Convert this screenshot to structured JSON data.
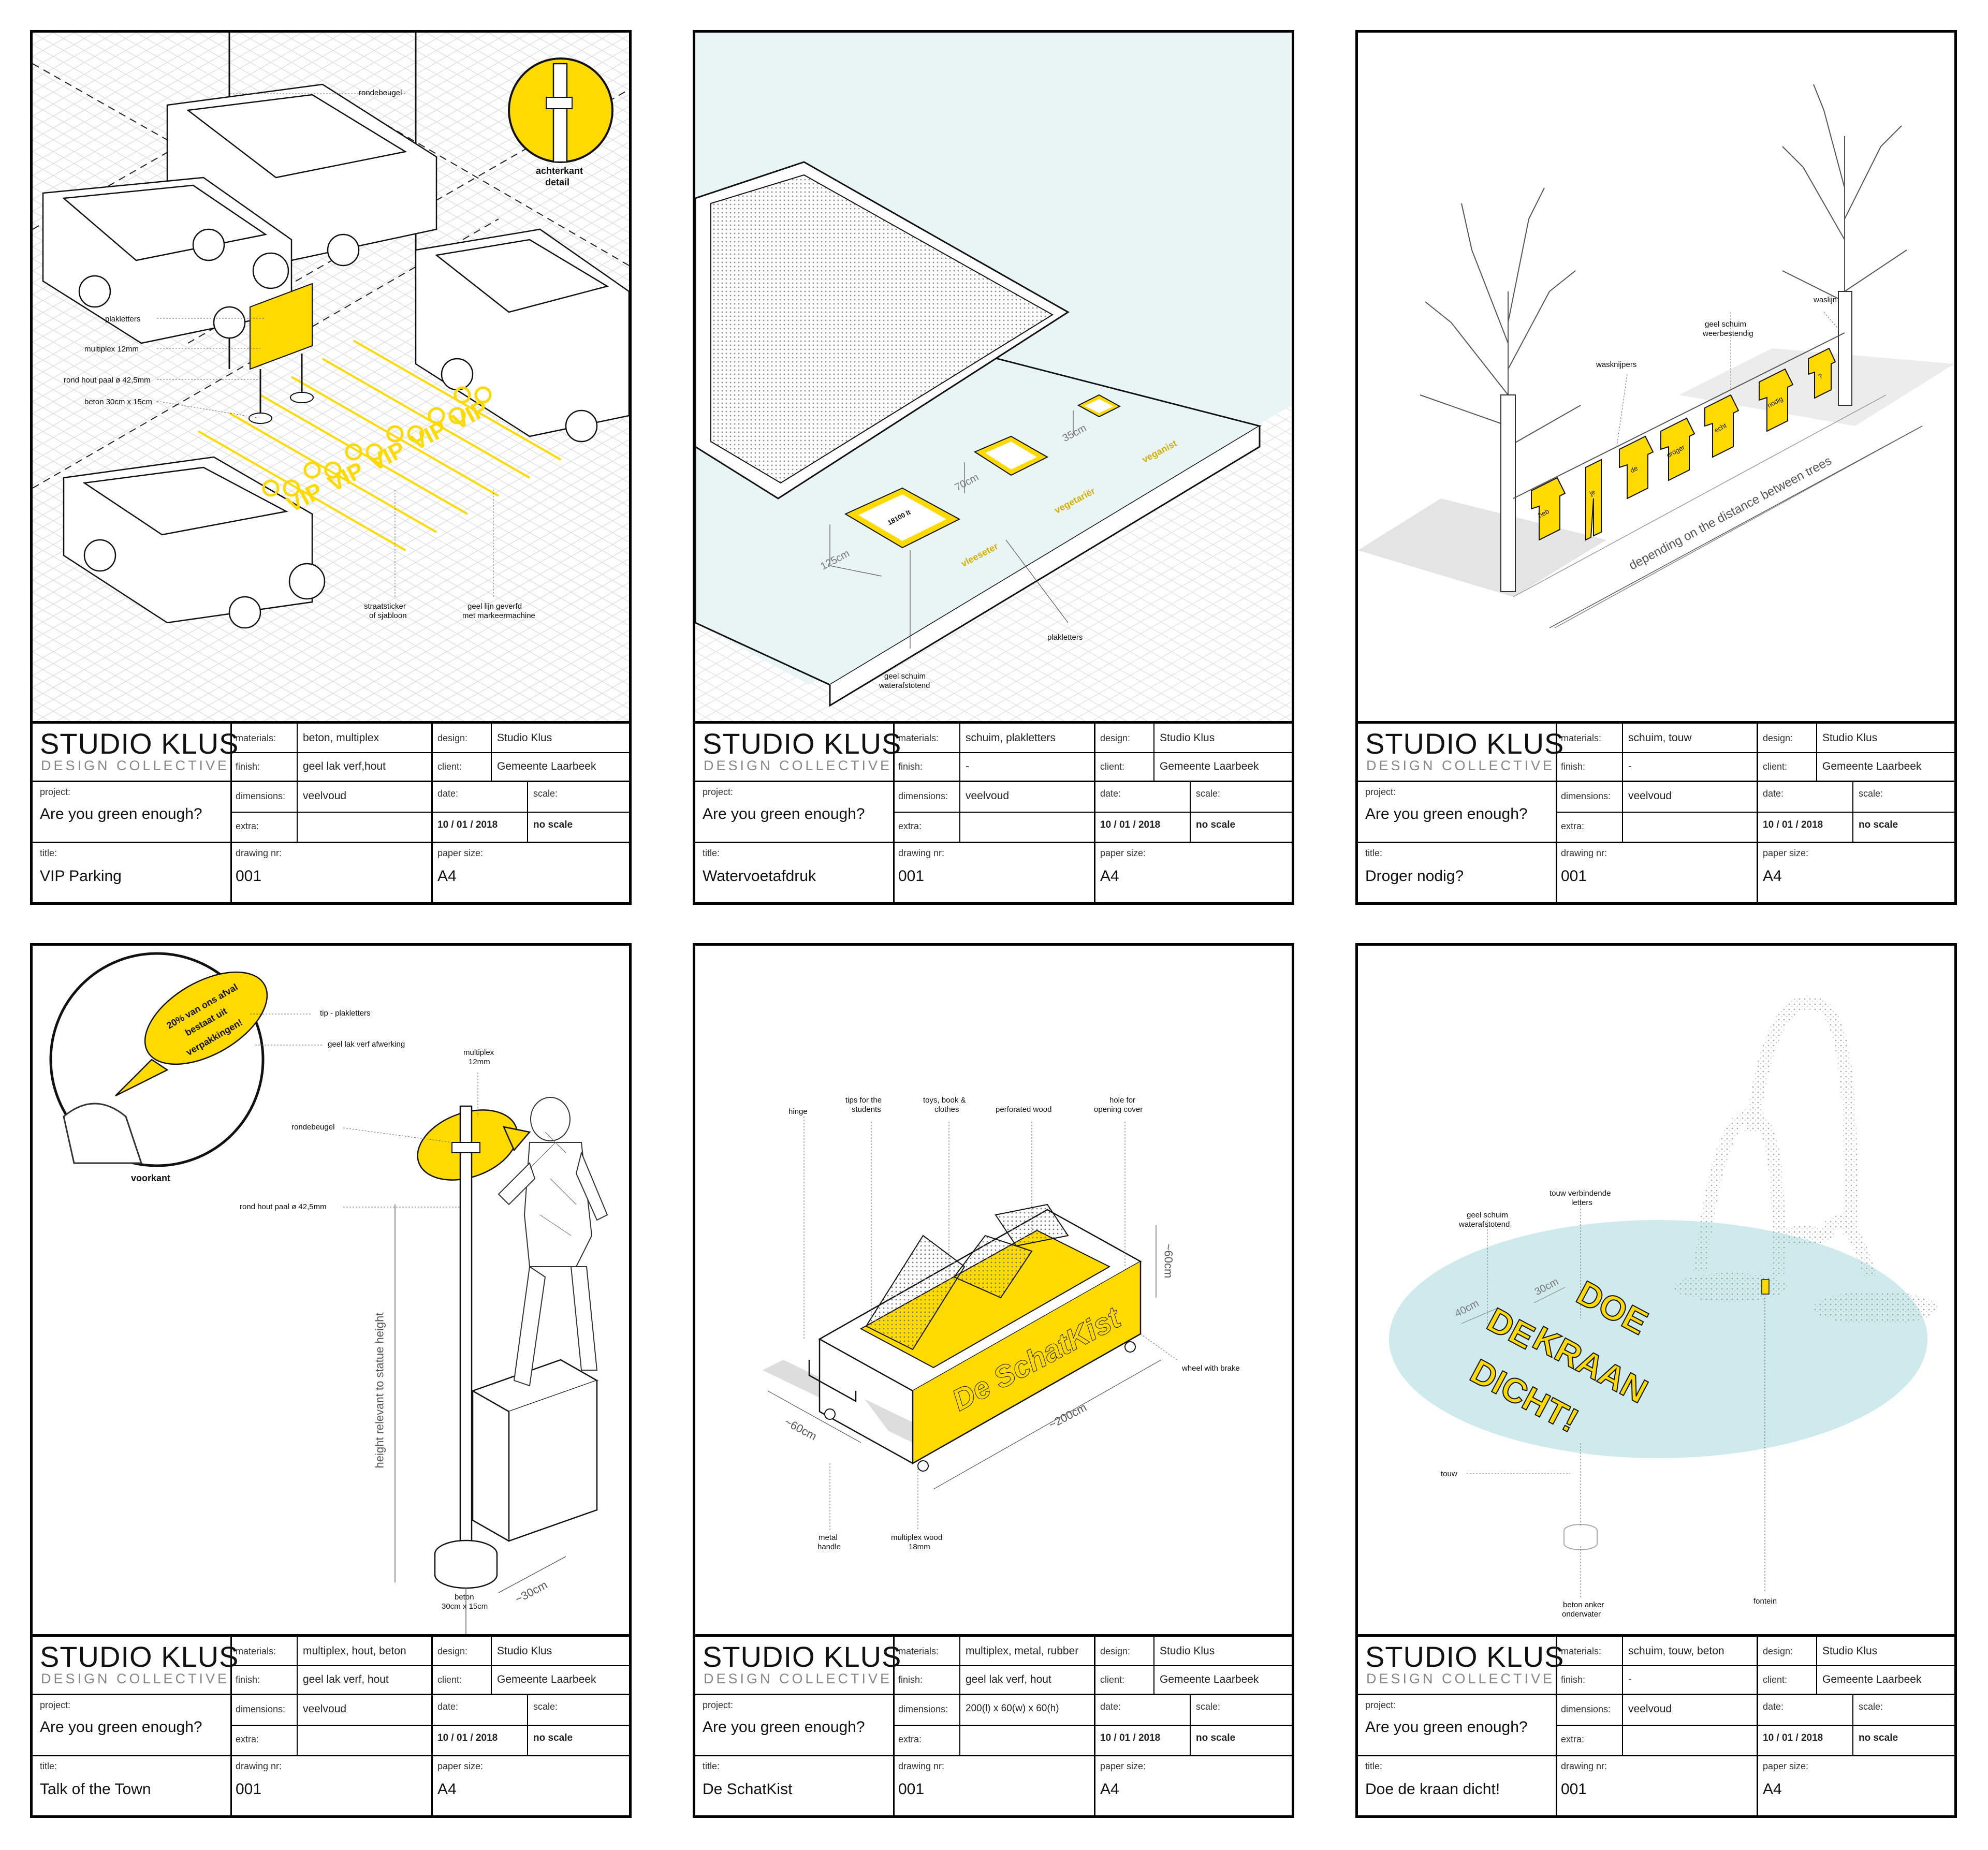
{
  "studio": {
    "name": "STUDIO KLUS",
    "subtitle": "DESIGN COLLECTIVE"
  },
  "labels": {
    "materials": "materials:",
    "finish": "finish:",
    "design": "design:",
    "client": "client:",
    "project": "project:",
    "dimensions": "dimensions:",
    "extra": "extra:",
    "date": "date:",
    "scale": "scale:",
    "title": "title:",
    "drawing_nr": "drawing nr:",
    "paper_size": "paper size:"
  },
  "sheets": [
    {
      "materials": "beton, multiplex",
      "finish": "geel lak verf,hout",
      "design": "Studio Klus",
      "client": "Gemeente Laarbeek",
      "project": "Are you green enough?",
      "dimensions": "veelvoud",
      "extra": "",
      "date": "10 / 01 / 2018",
      "scale": "no scale",
      "title": "VIP Parking",
      "drawing_nr": "001",
      "paper_size": "A4",
      "annotations": [
        "rondebeugel",
        "achterkant",
        "detail",
        "plakletters",
        "multiplex 12mm",
        "rond hout paal ø 42,5mm",
        "beton 30cm x 15cm",
        "straatsticker",
        "of sjabloon",
        "geel lijn geverfd",
        "met markeermachine"
      ],
      "vip": "VIP"
    },
    {
      "materials": "schuim, plakletters",
      "finish": "-",
      "design": "Studio Klus",
      "client": "Gemeente Laarbeek",
      "project": "Are you green enough?",
      "dimensions": "veelvoud",
      "extra": "",
      "date": "10 / 01 / 2018",
      "scale": "no scale",
      "title": "Watervoetafdruk",
      "drawing_nr": "001",
      "paper_size": "A4",
      "annotations": [
        "125cm",
        "70cm",
        "35cm",
        "plakletters",
        "geel schuim",
        "waterafstotend",
        "18100 lt",
        "vleeseter",
        "vegetariër",
        "veganist"
      ]
    },
    {
      "materials": "schuim, touw",
      "finish": "-",
      "design": "Studio Klus",
      "client": "Gemeente Laarbeek",
      "project": "Are you green enough?",
      "dimensions": "veelvoud",
      "extra": "",
      "date": "10 / 01 / 2018",
      "scale": "no scale",
      "title": "Droger nodig?",
      "drawing_nr": "001",
      "paper_size": "A4",
      "annotations": [
        "waslijn",
        "geel schuim",
        "weerbestendig",
        "wasknijpers",
        "depending on the distance between trees"
      ],
      "shirts": [
        "heb",
        "je",
        "de",
        "droger",
        "echt",
        "nodig",
        "?"
      ]
    },
    {
      "materials": "multiplex, hout, beton",
      "finish": "geel lak verf, hout",
      "design": "Studio Klus",
      "client": "Gemeente Laarbeek",
      "project": "Are you green enough?",
      "dimensions": "veelvoud",
      "extra": "",
      "date": "10 / 01 / 2018",
      "scale": "no scale",
      "title": "Talk of the Town",
      "drawing_nr": "001",
      "paper_size": "A4",
      "annotations": [
        "tip - plakletters",
        "geel lak verf afwerking",
        "multiplex",
        "12mm",
        "rondebeugel",
        "rond hout paal ø 42,5mm",
        "voorkant",
        "height relevant to statue height",
        "~30cm",
        "beton",
        "30cm x 15cm"
      ],
      "bubble": [
        "20% van ons afval",
        "bestaat uit",
        "verpakkingen!"
      ]
    },
    {
      "materials": "multiplex, metal, rubber",
      "finish": "geel lak verf, hout",
      "design": "Studio Klus",
      "client": "Gemeente Laarbeek",
      "project": "Are you green enough?",
      "dimensions": "200(l) x 60(w) x 60(h)",
      "extra": "",
      "date": "10 / 01 / 2018",
      "scale": "no scale",
      "title": "De SchatKist",
      "drawing_nr": "001",
      "paper_size": "A4",
      "annotations": [
        "hinge",
        "tips for the",
        "students",
        "toys, book &",
        "clothes",
        "perforated wood",
        "hole for",
        "opening cover",
        "~60cm",
        "wheel with brake",
        "~200cm",
        "~60cm",
        "metal",
        "handle",
        "multiplex wood",
        "18mm"
      ],
      "chest_text": "De SchatKist"
    },
    {
      "materials": "schuim, touw, beton",
      "finish": "-",
      "design": "Studio Klus",
      "client": "Gemeente Laarbeek",
      "project": "Are you green enough?",
      "dimensions": "veelvoud",
      "extra": "",
      "date": "10 / 01 / 2018",
      "scale": "no scale",
      "title": "Doe de kraan dicht!",
      "drawing_nr": "001",
      "paper_size": "A4",
      "annotations": [
        "touw verbindende",
        "letters",
        "geel schuim",
        "waterafstotend",
        "40cm",
        "30cm",
        "touw",
        "beton anker",
        "onderwater",
        "fontein"
      ],
      "words": [
        "DOE",
        "DE",
        "KRAAN",
        "DICHT!"
      ]
    }
  ],
  "colors": {
    "accent": "#FFDA00",
    "water": "#E8F5F4",
    "pool": "#CFEAEC",
    "line": "#111111"
  }
}
